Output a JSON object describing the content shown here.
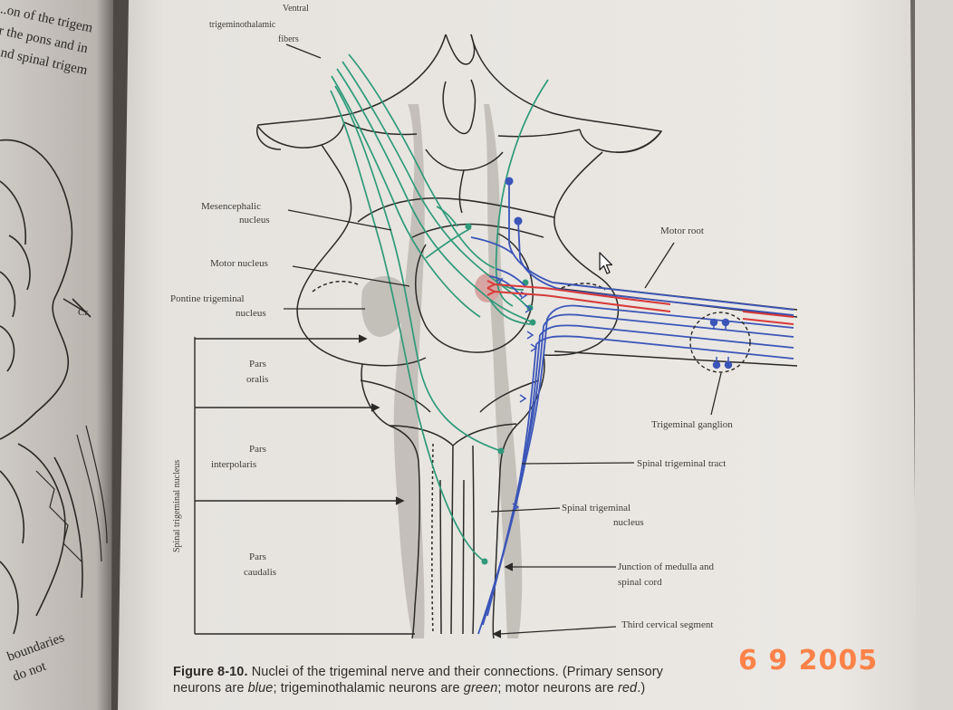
{
  "figure": {
    "number": "Figure 8-10.",
    "caption_main": " Nuclei of the trigeminal nerve and their connections. (Primary sensory",
    "caption_line2_a": "neurons are ",
    "caption_blue": "blue",
    "caption_line2_b": "; trigeminothalamic neurons are ",
    "caption_green": "green",
    "caption_line2_c": "; motor neurons are ",
    "caption_red": "red",
    "caption_line2_d": ".)"
  },
  "labels": {
    "ventral_1": "Ventral",
    "ventral_2": "trigeminothalamic",
    "ventral_3": "fibers",
    "mesencephalic_1": "Mesencephalic",
    "mesencephalic_2": "nucleus",
    "motor_nucleus": "Motor nucleus",
    "pontine_1": "Pontine trigeminal",
    "pontine_2": "nucleus",
    "pars_oralis_1": "Pars",
    "pars_oralis_2": "oralis",
    "pars_interpolaris_1": "Pars",
    "pars_interpolaris_2": "interpolaris",
    "pars_caudalis_1": "Pars",
    "pars_caudalis_2": "caudalis",
    "spinal_trigeminal_nucleus_vertical": "Spinal trigeminal nucleus",
    "motor_root": "Motor root",
    "trigeminal_ganglion": "Trigeminal ganglion",
    "spinal_trigeminal_tract": "Spinal trigeminal tract",
    "spinal_trigeminal_nucleus_1": "Spinal trigeminal",
    "spinal_trigeminal_nucleus_2": "nucleus",
    "junction_1": "Junction of medulla and",
    "junction_2": "spinal cord",
    "third_cervical": "Third cervical segment"
  },
  "left_page": {
    "text_1": "...on of the trigem",
    "text_2": "r the pons and in",
    "text_3": "nd spinal trigem",
    "text_4": "boundaries",
    "text_5": "do not",
    "text_6": "Cr"
  },
  "datestamp": "6  9  2005",
  "colors": {
    "primary_sensory": "#3b55b8",
    "trigeminothalamic": "#2e9a7a",
    "motor": "#d83a3a",
    "outline": "#2b2a28",
    "gray_nucleus": "#b8b4ae",
    "page": "#e9e6e2",
    "datestamp": "#ff7a3c"
  },
  "icons": {
    "cursor": "mouse-pointer-icon"
  }
}
